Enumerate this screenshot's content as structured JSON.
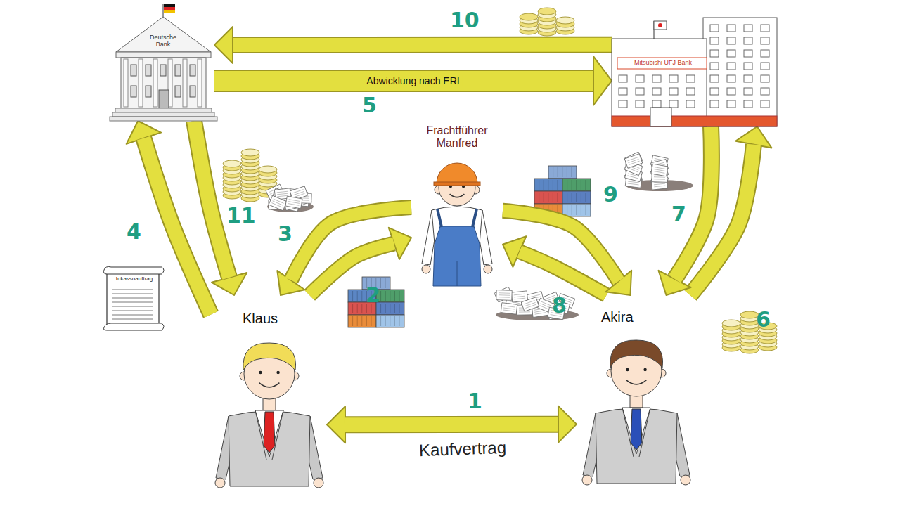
{
  "diagram": {
    "nodes": [
      {
        "text": [
          "Deutsche Bank"
        ]
      },
      {
        "text": [
          "Mitsubishi UFJ Bank"
        ]
      },
      {
        "text": [
          "Frachtführer Manfred"
        ]
      },
      {
        "text": [
          "Klaus"
        ]
      },
      {
        "text": [
          "Akira"
        ]
      }
    ],
    "edges": [
      {
        "from": 3,
        "to": 4,
        "arrow": "both",
        "label": "1"
      },
      {
        "from": 3,
        "to": 2,
        "arrow": "to",
        "label": "2"
      },
      {
        "from": 2,
        "to": 3,
        "arrow": "to",
        "label": "3"
      },
      {
        "from": 3,
        "to": 0,
        "arrow": "to",
        "label": "4"
      },
      {
        "from": 0,
        "to": 1,
        "arrow": "to",
        "label": "Abwicklung nach ERI"
      },
      {
        "from": 4,
        "to": 1,
        "arrow": "to",
        "label": "6"
      },
      {
        "from": 1,
        "to": 4,
        "arrow": "to",
        "label": "7"
      },
      {
        "from": 4,
        "to": 2,
        "arrow": "to",
        "label": "8"
      },
      {
        "from": 2,
        "to": 4,
        "arrow": "to",
        "label": "9"
      },
      {
        "from": 1,
        "to": 0,
        "arrow": "to",
        "label": "10"
      },
      {
        "from": 0,
        "to": 3,
        "arrow": "to",
        "label": "11"
      }
    ],
    "labels": [
      "Kaufvertrag",
      "5",
      "Inkassoauftrag"
    ]
  }
}
